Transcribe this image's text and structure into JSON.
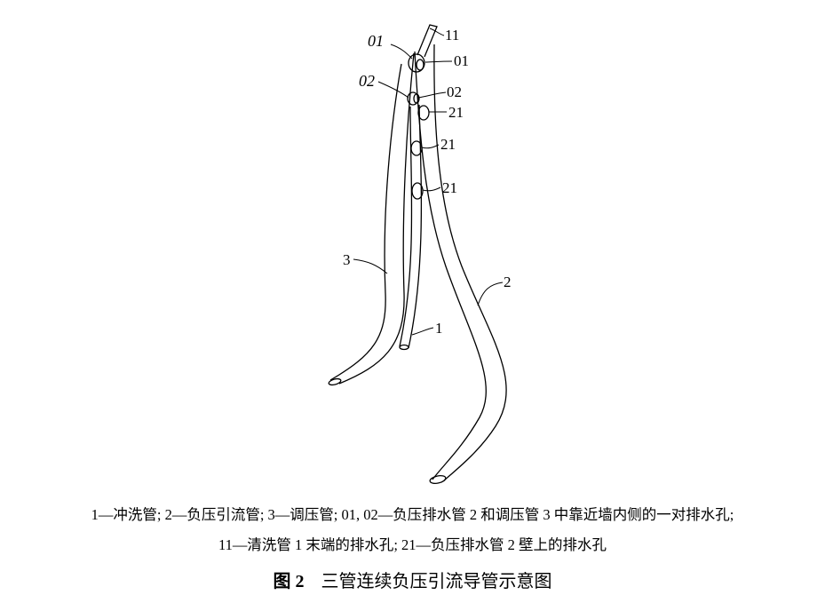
{
  "labels": {
    "n11": "11",
    "n01_left": "01",
    "n01_right": "01",
    "n02_left": "02",
    "n02_right": "02",
    "n21_a": "21",
    "n21_b": "21",
    "n21_c": "21",
    "n3": "3",
    "n2": "2",
    "n1": "1"
  },
  "caption": {
    "line1": "1—冲洗管; 2—负压引流管; 3—调压管; 01, 02—负压排水管 2 和调压管 3 中靠近墙内侧的一对排水孔;",
    "line2": "11—清洗管 1 末端的排水孔; 21—负压排水管 2 壁上的排水孔",
    "fig_no": "图 2",
    "fig_title": "三管连续负压引流导管示意图"
  }
}
